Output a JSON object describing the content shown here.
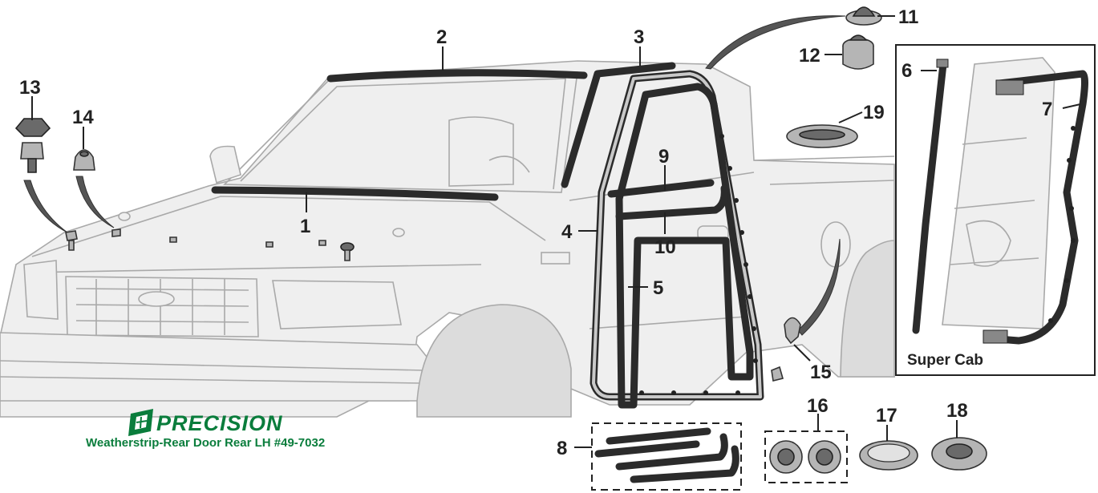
{
  "diagram": {
    "callouts": {
      "n1": "1",
      "n2": "2",
      "n3": "3",
      "n4": "4",
      "n5": "5",
      "n6": "6",
      "n7": "7",
      "n8": "8",
      "n9": "9",
      "n10": "10",
      "n11": "11",
      "n12": "12",
      "n13": "13",
      "n14": "14",
      "n15": "15",
      "n16": "16",
      "n17": "17",
      "n18": "18",
      "n19": "19"
    },
    "inset_label": "Super Cab",
    "brand": {
      "name": "PRECISION",
      "caption": "Weatherstrip-Rear Door Rear LH #49-7032"
    },
    "colors": {
      "brand": "#0a7d3c",
      "seal": "#2b2b2b",
      "body_line": "#a9a9a9"
    }
  }
}
